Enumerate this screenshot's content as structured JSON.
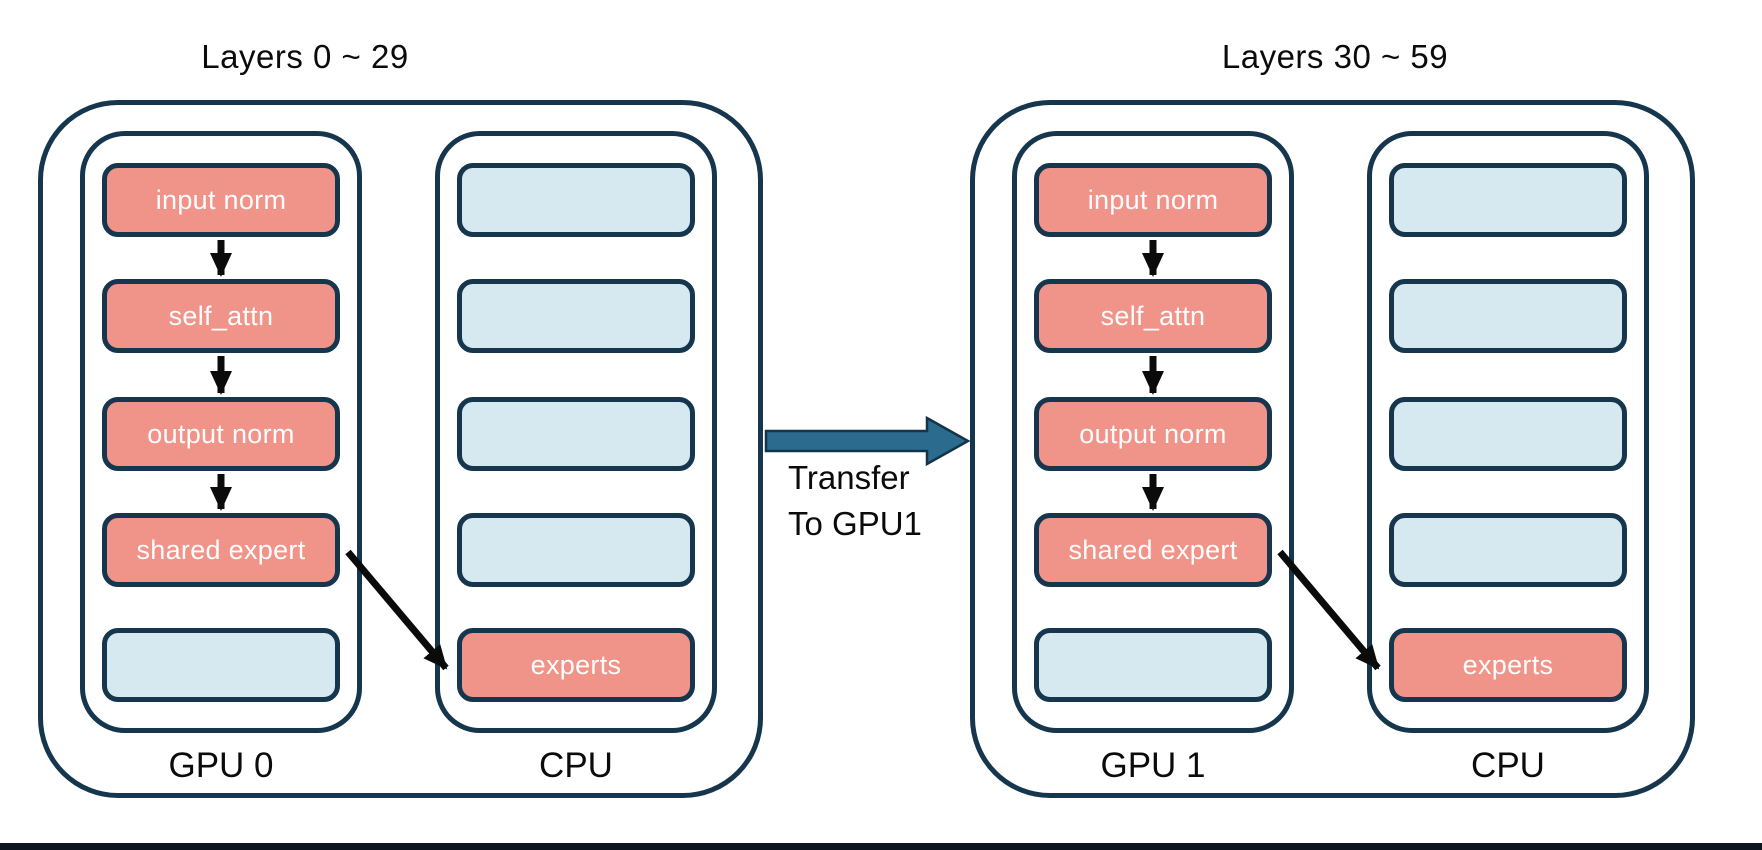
{
  "colors": {
    "border": "#16364d",
    "salmon": "#f0948a",
    "lightblue": "#d6e9f1",
    "transfer": "#2a6b8e",
    "transfer-edge": "#14344a",
    "ink": "#0b0b0b",
    "bottombar": "#0b161f"
  },
  "groups": [
    {
      "title": "Layers 0 ~ 29",
      "gpu": {
        "label": "GPU 0",
        "boxes": [
          {
            "label": "input norm",
            "type": "module"
          },
          {
            "label": "self_attn",
            "type": "module"
          },
          {
            "label": "output norm",
            "type": "module"
          },
          {
            "label": "shared expert",
            "type": "module"
          },
          {
            "label": "",
            "type": "empty-slot"
          }
        ]
      },
      "cpu": {
        "label": "CPU",
        "boxes": [
          {
            "label": "",
            "type": "empty-slot"
          },
          {
            "label": "",
            "type": "empty-slot"
          },
          {
            "label": "",
            "type": "empty-slot"
          },
          {
            "label": "",
            "type": "empty-slot"
          },
          {
            "label": "experts",
            "type": "module"
          }
        ]
      }
    },
    {
      "title": "Layers 30 ~ 59",
      "gpu": {
        "label": "GPU 1",
        "boxes": [
          {
            "label": "input norm",
            "type": "module"
          },
          {
            "label": "self_attn",
            "type": "module"
          },
          {
            "label": "output norm",
            "type": "module"
          },
          {
            "label": "shared expert",
            "type": "module"
          },
          {
            "label": "",
            "type": "empty-slot"
          }
        ]
      },
      "cpu": {
        "label": "CPU",
        "boxes": [
          {
            "label": "",
            "type": "empty-slot"
          },
          {
            "label": "",
            "type": "empty-slot"
          },
          {
            "label": "",
            "type": "empty-slot"
          },
          {
            "label": "",
            "type": "empty-slot"
          },
          {
            "label": "experts",
            "type": "module"
          }
        ]
      }
    }
  ],
  "transfer": {
    "line1": "Transfer",
    "line2": "To GPU1"
  }
}
